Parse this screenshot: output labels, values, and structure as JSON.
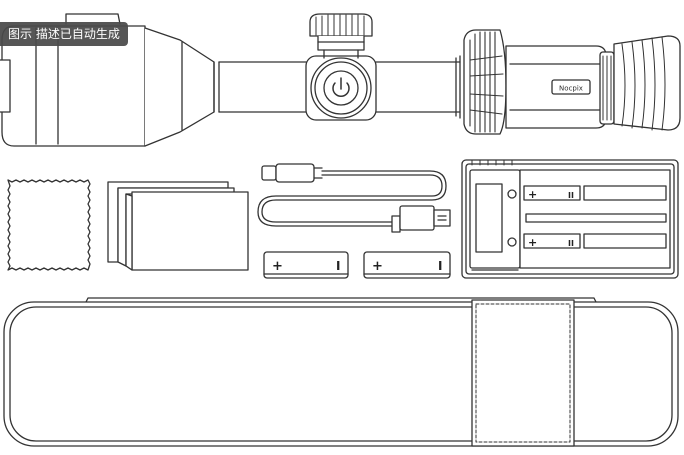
{
  "badge": {
    "text": "图示 描述已自动生成"
  },
  "scope": {
    "brand_label": "Nocpix",
    "power_icon": "power-icon"
  },
  "battery": {
    "plus": "+",
    "minus": "I"
  },
  "charger": {
    "plus": "+",
    "minus": "II"
  },
  "colors": {
    "stroke": "#333333",
    "fill": "#ffffff",
    "badge_bg": "#4a4a4a",
    "badge_text": "#ffffff"
  }
}
